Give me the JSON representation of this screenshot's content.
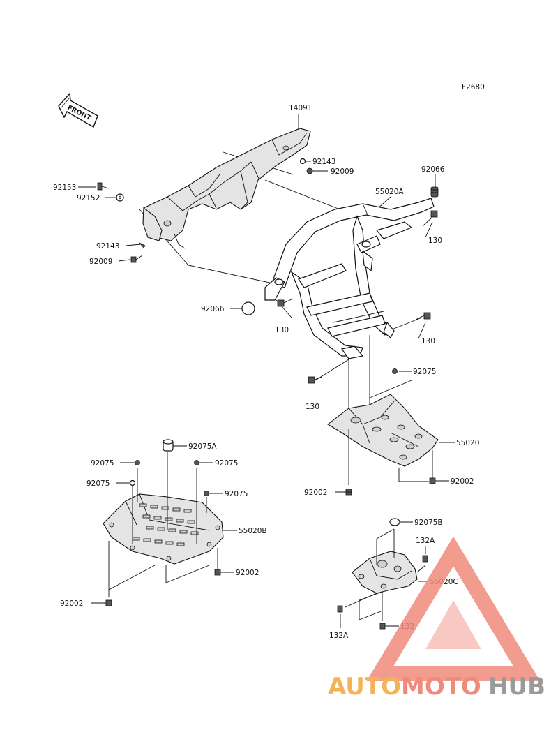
{
  "figure_code": "F2680",
  "front_arrow_label": "FRONT",
  "labels": {
    "l14091": "14091",
    "l92143a": "92143",
    "l92009a": "92009",
    "l92066a": "92066",
    "l55020A": "55020A",
    "l92153": "92153",
    "l92152": "92152",
    "l130a": "130",
    "l92143b": "92143",
    "l92009b": "92009",
    "l92066b": "92066",
    "l130b": "130",
    "l130c": "130",
    "l92075a": "92075",
    "l130d": "130",
    "l55020": "55020",
    "l92075A": "92075A",
    "l92075b": "92075",
    "l92075c": "92075",
    "l92075d": "92075",
    "l92075e": "92075",
    "l92002a": "92002",
    "l92002b": "92002",
    "l55020B": "55020B",
    "l92002c": "92002",
    "l92002d": "92002",
    "l92075B": "92075B",
    "l132Aa": "132A",
    "l55020C": "55020C",
    "l132Ab": "132A",
    "l132": "132"
  },
  "watermark": {
    "part1": "AUTO",
    "part2": "MOTO",
    "part3": "HUB"
  },
  "colors": {
    "watermark_orange": "#f4b455",
    "watermark_red": "#f08a7c",
    "watermark_gray": "#9a9a9a"
  }
}
